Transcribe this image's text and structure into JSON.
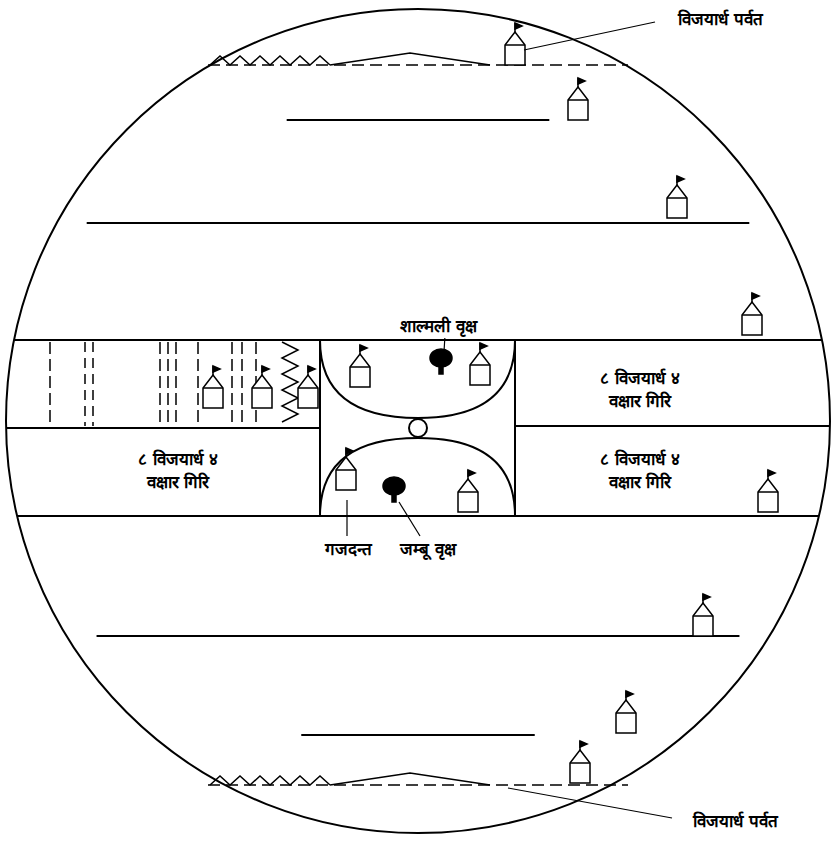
{
  "diagram": {
    "labels": [
      "विजयार्ध पर्वत",
      "शाल्मली वृक्ष",
      "८ विजयार्ध ४ वक्षार गिरि",
      "८ विजयार्ध ४ वक्षार गिरि",
      "८ विजयार्ध ४ वक्षार गिरि",
      "गजदन्त",
      "जम्बू वृक्ष",
      "विजयार्ध पर्वत"
    ]
  }
}
